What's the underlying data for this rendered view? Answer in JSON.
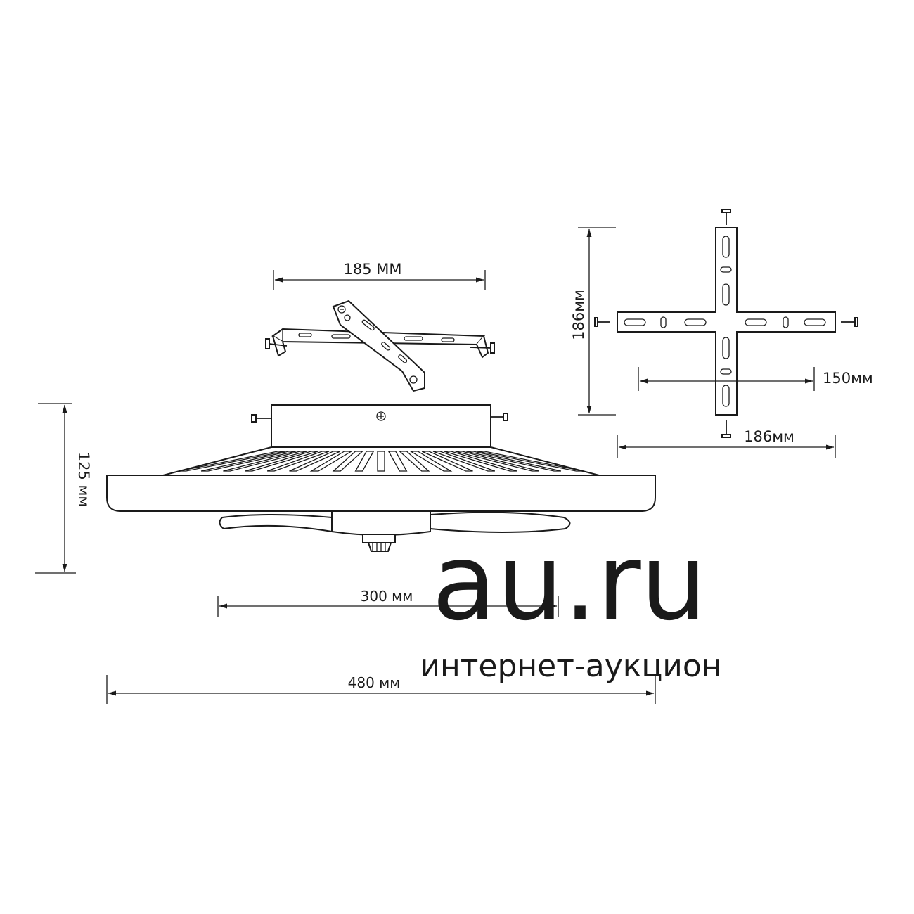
{
  "dimensions": {
    "bracket_width": "185 MM",
    "plate_height": "186мм",
    "plate_inner": "150мм",
    "plate_width": "186мм",
    "height": "125 мм",
    "base": "300 мм",
    "diameter": "480 мм"
  },
  "watermark": {
    "logo": "au.ru",
    "tagline": "интернет-аукцион"
  }
}
